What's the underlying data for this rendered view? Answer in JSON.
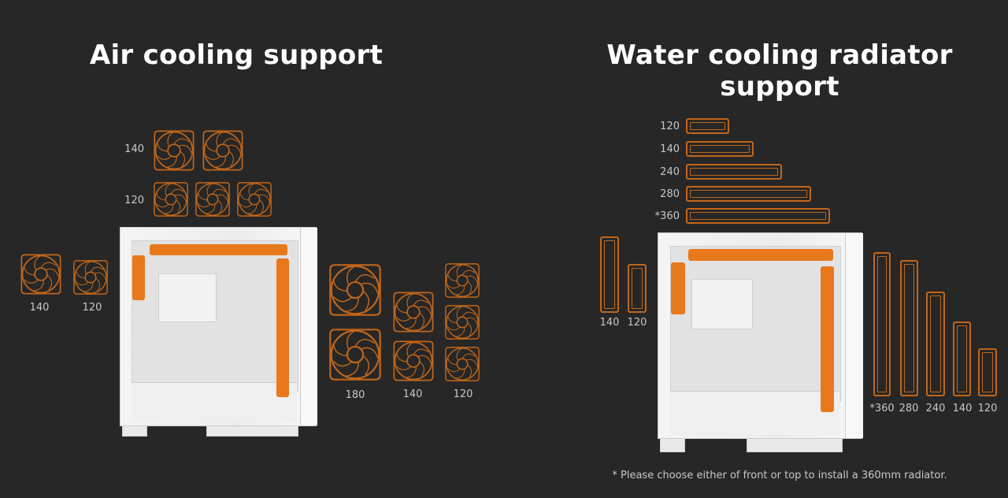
{
  "air": {
    "title": "Air cooling support",
    "top_labels": [
      "140",
      "120"
    ],
    "side_labels": [
      "140",
      "120"
    ],
    "front_labels": [
      "180",
      "140",
      "120"
    ]
  },
  "water": {
    "title": "Water cooling radiator support",
    "top_labels": [
      "120",
      "140",
      "240",
      "280",
      "*360"
    ],
    "side_labels": [
      "140",
      "120"
    ],
    "front_labels": [
      "*360",
      "280",
      "240",
      "140",
      "120"
    ],
    "note": "* Please choose either of front or top to install a 360mm radiator."
  },
  "colors": {
    "background": "#272727",
    "accent": "#c2661a",
    "highlight": "#e8781c"
  }
}
